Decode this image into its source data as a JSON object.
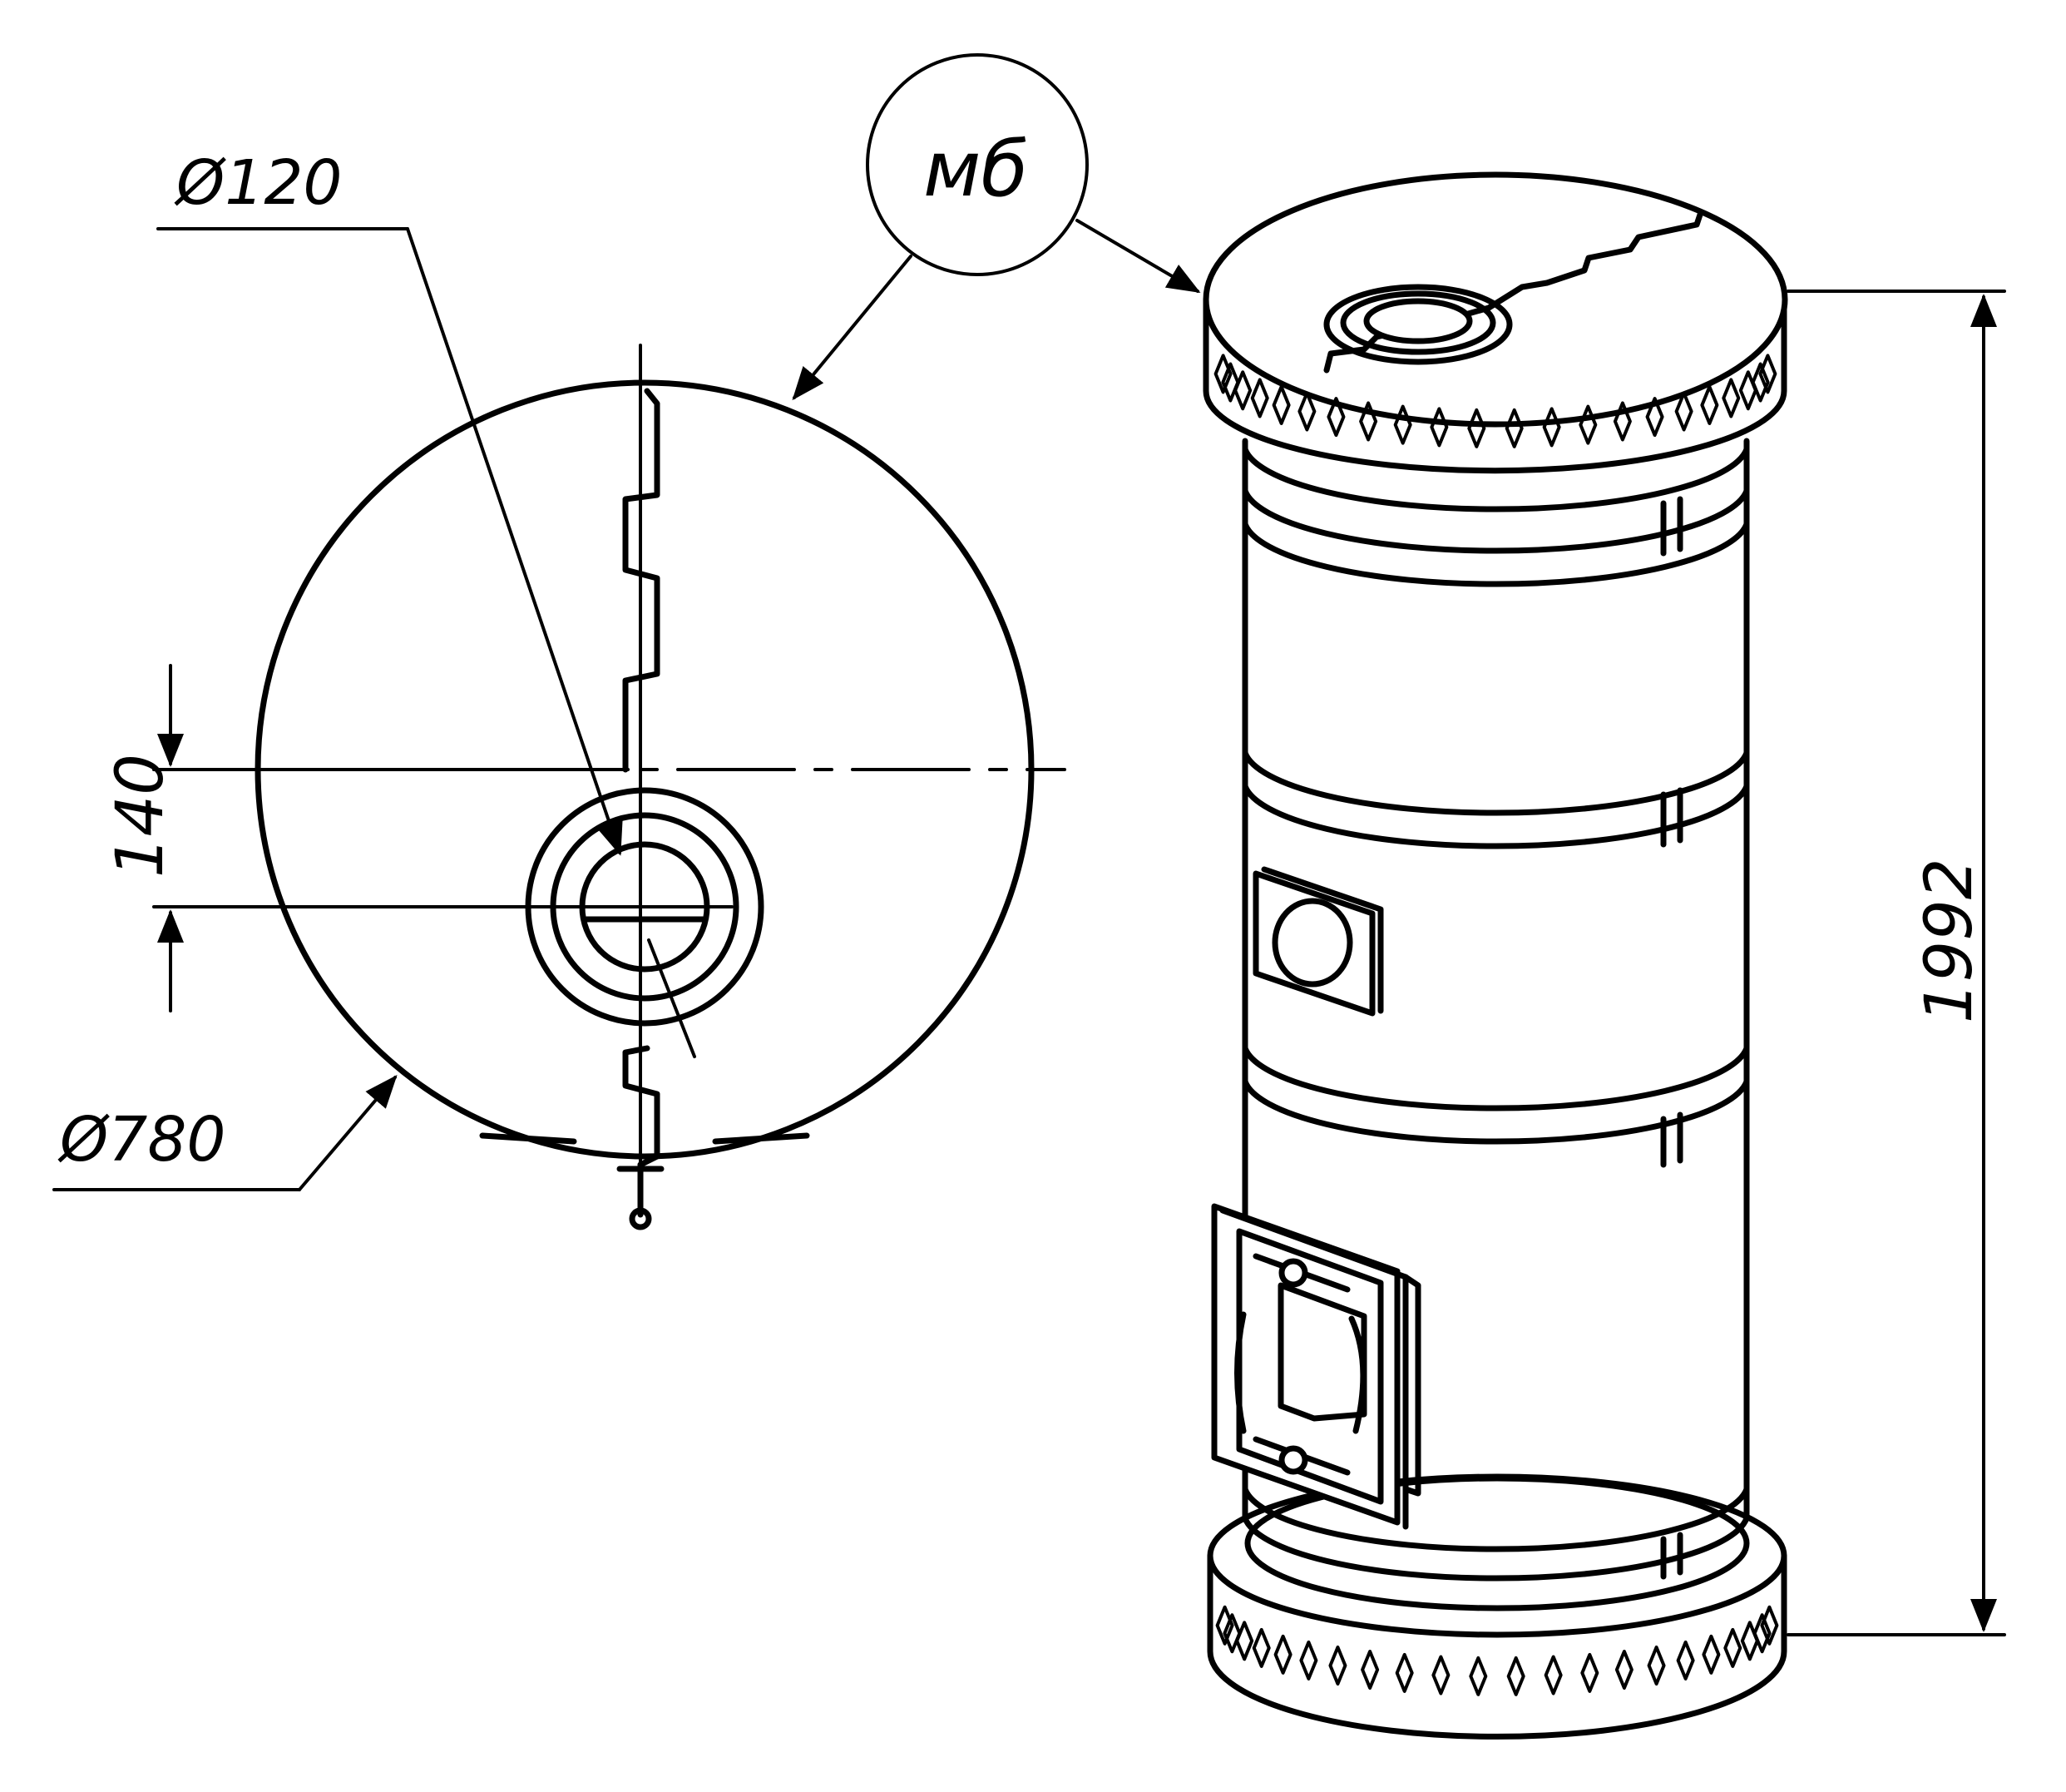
{
  "labels": {
    "callout": "мб",
    "dia_flue": "Ø120",
    "dia_body": "Ø780",
    "offset": "140",
    "height": "1992"
  },
  "colors": {
    "line": "#000000",
    "background": "#ffffff"
  }
}
